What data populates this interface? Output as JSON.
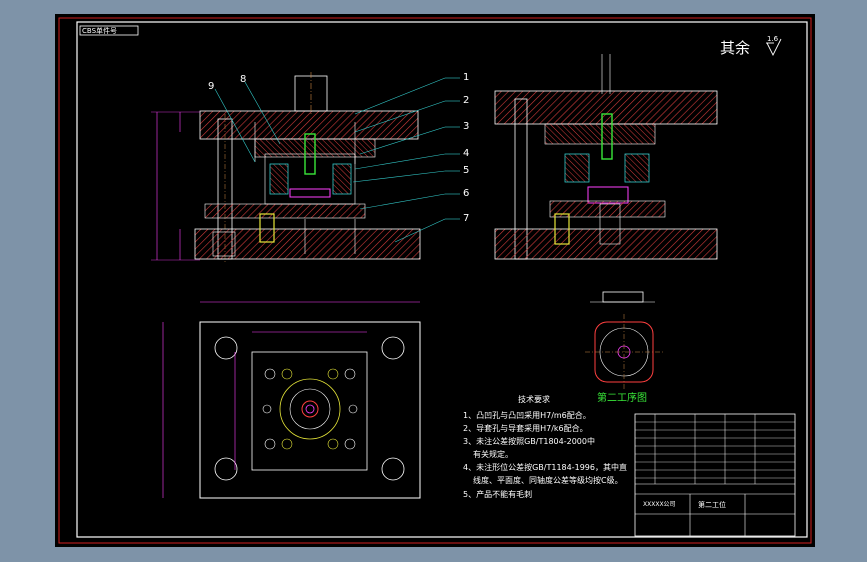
{
  "stamp": "CBS单件号",
  "roughness": {
    "text": "其余",
    "value": "1.6"
  },
  "callouts": [
    "1",
    "2",
    "3",
    "4",
    "5",
    "6",
    "7",
    "8",
    "9"
  ],
  "tech_title": "技术要求",
  "tech_lines": [
    "1、凸凹孔与凸凹采用H7/m6配合。",
    "2、导套孔与导套采用H7/k6配合。",
    "3、未注公差按照GB/T1804-2000中",
    "有关规定。",
    "4、未注形位公差按GB/T1184-1996，其中直",
    "线度、平面度、同轴度公差等级均按C级。",
    "5、产品不能有毛刺"
  ],
  "process_title": "第二工序图",
  "title_block": {
    "name": "第二工位",
    "company": "XXXXX公司"
  }
}
